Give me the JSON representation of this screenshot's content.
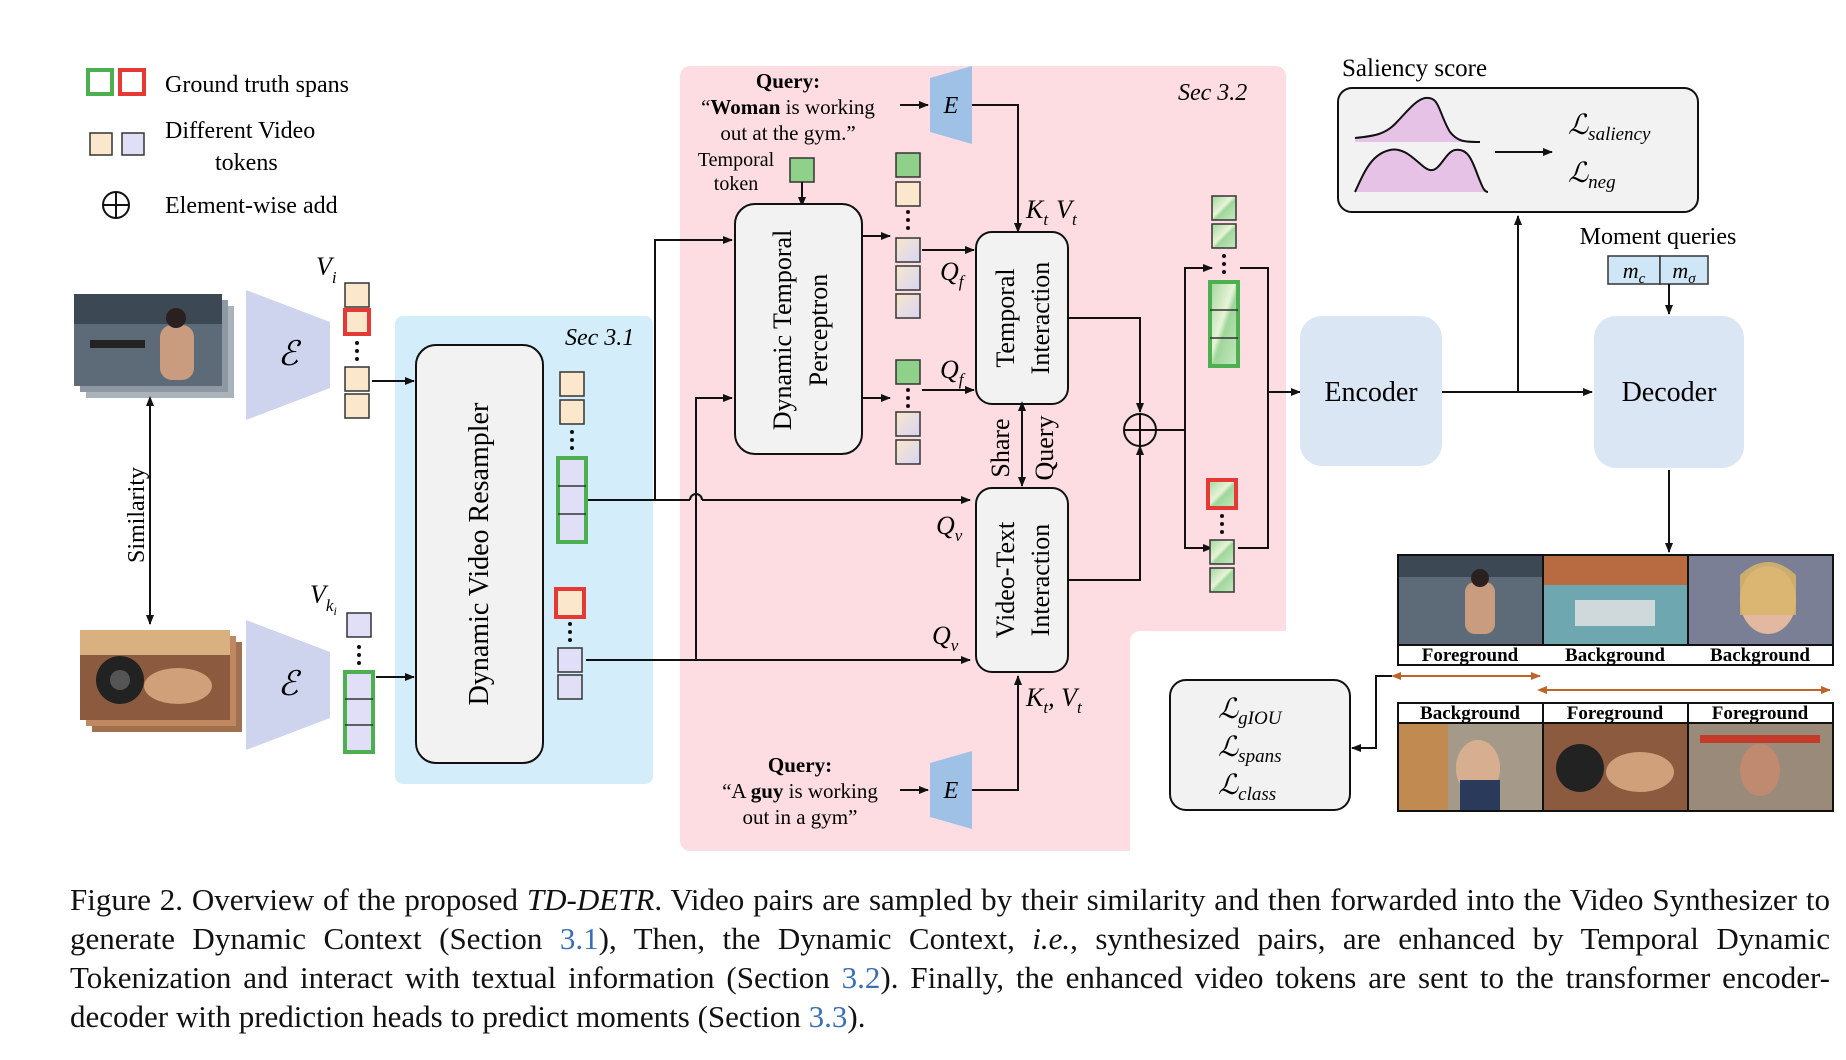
{
  "legend": {
    "gt_spans": "Ground truth spans",
    "video_tokens_line1": "Different Video",
    "video_tokens_line2": "tokens",
    "element_add": "Element-wise add"
  },
  "sections": {
    "sec31": "Sec 3.1",
    "sec32": "Sec 3.2"
  },
  "video_pair": {
    "similarity": "Similarity",
    "encoder_symbol": "ℰ",
    "vi_label": "V",
    "vi_sub": "i",
    "vk_label": "V",
    "vk_sub": "k",
    "vk_subsub": "i"
  },
  "blocks": {
    "resampler": "Dynamic Video Resampler",
    "perceptron_line1": "Dynamic Temporal",
    "perceptron_line2": "Perceptron",
    "temporal_line1": "Temporal",
    "temporal_line2": "Interaction",
    "videotext_line1": "Video-Text",
    "videotext_line2": "Interaction",
    "share_query_line1": "Share",
    "share_query_line2": "Query",
    "encoder": "Encoder",
    "decoder": "Decoder",
    "text_encoder_symbol": "E"
  },
  "queries": {
    "top_title": "Query:",
    "top_line1_pre": "“",
    "top_line1_bold": "Woman",
    "top_line1_post": " is working",
    "top_line2": "out at the gym.”",
    "bottom_title": "Query:",
    "bottom_line1_pre": "“A ",
    "bottom_line1_bold": "guy",
    "bottom_line1_post": " is working",
    "bottom_line2": "out in a gym”",
    "temporal_token_line1": "Temporal",
    "temporal_token_line2": "token"
  },
  "symbols": {
    "kt": "K",
    "kt_sub": "t",
    "vt": "V",
    "vt_sub": "t",
    "kt_vt_comma": "K",
    "qf": "Q",
    "qf_sub": "f",
    "qv": "Q",
    "qv_sub": "v"
  },
  "saliency": {
    "title": "Saliency score",
    "loss_saliency": "ℒ",
    "loss_saliency_sub": "saliency",
    "loss_neg": "ℒ",
    "loss_neg_sub": "neg"
  },
  "moment_queries": {
    "title": "Moment queries",
    "mc": "m",
    "mc_sub": "c",
    "ms": "m",
    "ms_sub": "σ"
  },
  "losses": {
    "giou": "ℒ",
    "giou_sub": "gIOU",
    "spans": "ℒ",
    "spans_sub": "spans",
    "class": "ℒ",
    "class_sub": "class"
  },
  "frames": {
    "top_labels": [
      "Foreground",
      "Background",
      "Background"
    ],
    "bottom_labels": [
      "Background",
      "Foreground",
      "Foreground"
    ]
  },
  "colors": {
    "sec31_bg": "#d3eefa",
    "sec32_bg": "#fddde2",
    "encoder_bg": "#dae6f4",
    "token_beige": "#fbe8cc",
    "token_lavender": "#e1def8",
    "token_green": "#8fd18a",
    "gt_green": "#4caf50",
    "gt_red": "#e53935",
    "saliency_fill": "#e6c3e6",
    "frame_arrow": "#c0632a",
    "link_blue": "#3a6fb5"
  },
  "caption": {
    "p1": "Figure 2. Overview of the proposed ",
    "title_italic": "TD-DETR",
    "p2": ". Video pairs are sampled by their similarity and then forwarded into the Video Synthesizer to generate Dynamic Context (Section ",
    "ref1": "3.1",
    "p3": "), Then, the Dynamic Context, ",
    "ie": "i.e.",
    "p4": ", synthesized pairs, are enhanced by Temporal Dynamic Tokenization and interact with textual information (Section ",
    "ref2": "3.2",
    "p5": "). Finally, the enhanced video tokens are sent to the transformer encoder-decoder with prediction heads to predict moments (Section ",
    "ref3": "3.3",
    "p6": ")."
  }
}
